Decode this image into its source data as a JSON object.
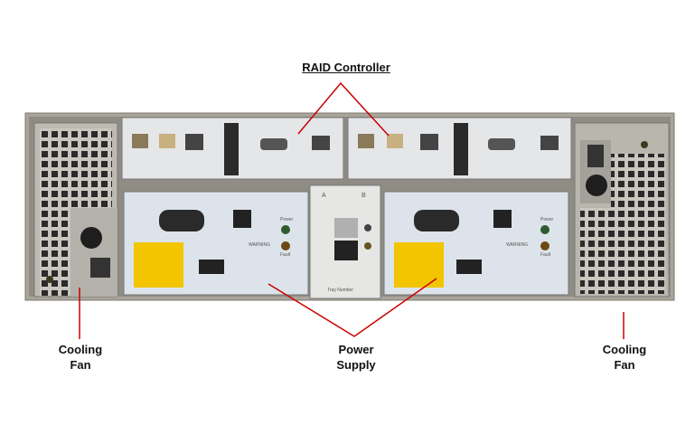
{
  "labels": {
    "raid_controller": "RAID Controller",
    "power_supply": [
      "Power",
      "Supply"
    ],
    "cooling_fan_left": [
      "Cooling",
      "Fan"
    ],
    "cooling_fan_right": [
      "Cooling",
      "Fan"
    ]
  },
  "hardware_text": {
    "warning": "WARNING",
    "power_led": "Power",
    "fault_led": "Fault",
    "tray_number": "Tray Number",
    "port_a": "A",
    "port_b": "B"
  },
  "colors": {
    "leader_line": "#cc0000",
    "warning_label": "#f2c500",
    "chassis": "#a9a59b",
    "panel": "#dde3ea"
  }
}
